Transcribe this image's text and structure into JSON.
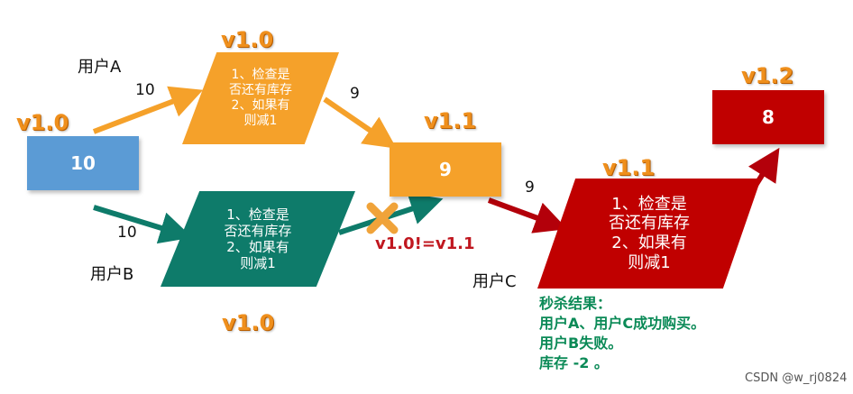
{
  "colors": {
    "blue": "#5b9bd5",
    "orange": "#f5a12a",
    "teal": "#0e7b6a",
    "red": "#c00000",
    "version_orange": "#ef8f1c",
    "fail_red": "#c0171f",
    "result_green": "#0b8a57"
  },
  "nodes": {
    "start": {
      "version": "v1.0",
      "value": "10"
    },
    "check_a": {
      "version": "v1.0",
      "text": "1、检查是\n否还有库存\n2、如果有\n则减1"
    },
    "check_b": {
      "version": "v1.0",
      "text": "1、检查是\n否还有库存\n2、如果有\n则减1"
    },
    "mid": {
      "version": "v1.1",
      "value": "9"
    },
    "check_c": {
      "version": "v1.1",
      "text": "1、检查是\n否还有库存\n2、如果有\n则减1"
    },
    "end": {
      "version": "v1.2",
      "value": "8"
    }
  },
  "users": {
    "a": "用户A",
    "b": "用户B",
    "c": "用户C"
  },
  "edge_labels": {
    "a_in": "10",
    "b_in": "10",
    "a_out": "9",
    "c_in": "9"
  },
  "conflict": {
    "icon": "cross-icon",
    "text": "v1.0!=v1.1"
  },
  "result": {
    "title": "秒杀结果：",
    "lines": [
      "用户A、用户C成功购买。",
      "用户B失败。",
      "库存 -2 。"
    ]
  },
  "watermark": "CSDN @w_rj0824"
}
